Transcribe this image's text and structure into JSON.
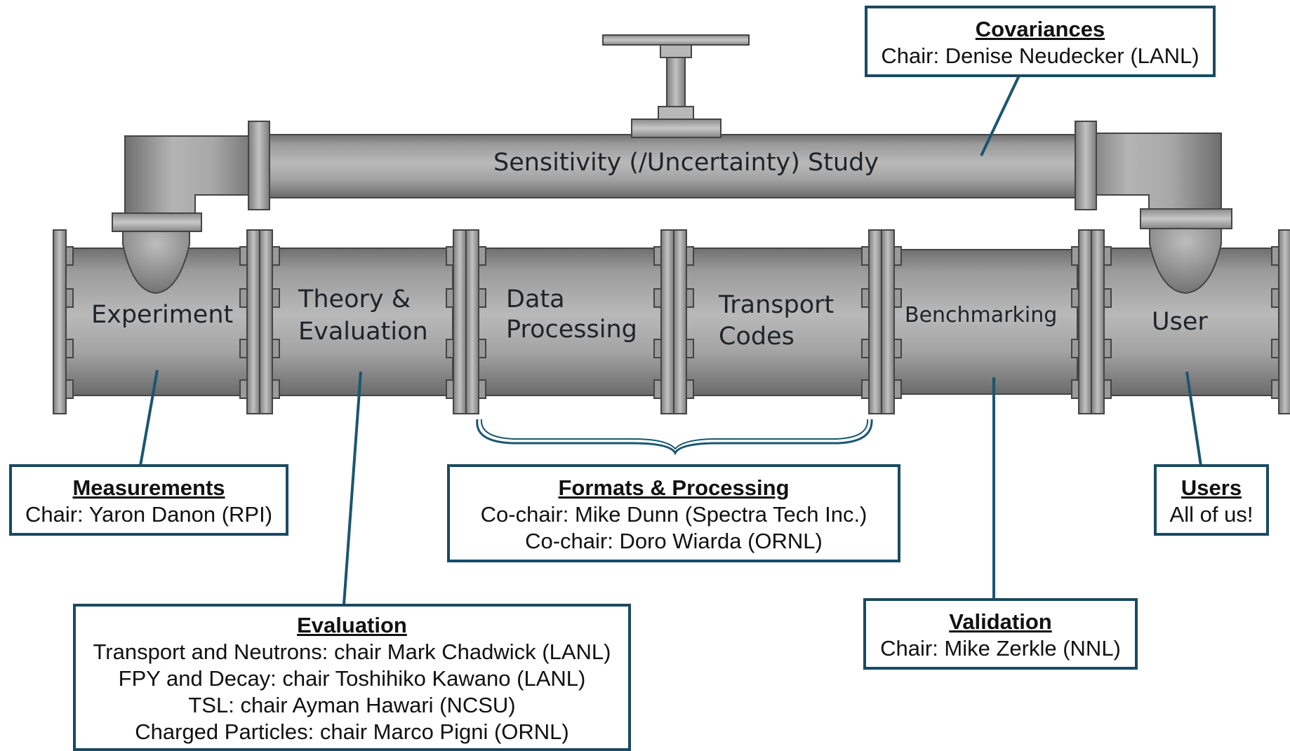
{
  "pipe_labels": {
    "experiment": "Experiment",
    "theory_line1": "Theory &",
    "theory_line2": "Evaluation",
    "data_line1": "Data",
    "data_line2": "Processing",
    "transport_line1": "Transport",
    "transport_line2": "Codes",
    "benchmarking": "Benchmarking",
    "user": "User",
    "sensitivity": "Sensitivity (/Uncertainty) Study"
  },
  "boxes": {
    "covariances": {
      "title": "Covariances",
      "lines": [
        "Chair: Denise Neudecker (LANL)"
      ]
    },
    "measurements": {
      "title": "Measurements",
      "lines": [
        "Chair: Yaron Danon (RPI)"
      ]
    },
    "formats": {
      "title": "Formats & Processing",
      "lines": [
        "Co-chair: Mike Dunn (Spectra Tech Inc.)",
        "Co-chair: Doro Wiarda (ORNL)"
      ]
    },
    "users": {
      "title": "Users",
      "lines": [
        "All of us!"
      ]
    },
    "evaluation": {
      "title": "Evaluation",
      "lines": [
        "Transport and Neutrons: chair Mark Chadwick (LANL)",
        "FPY and Decay: chair Toshihiko Kawano (LANL)",
        "TSL: chair Ayman Hawari (NCSU)",
        "Charged Particles: chair Marco Pigni (ORNL)"
      ]
    },
    "validation": {
      "title": "Validation",
      "lines": [
        "Chair: Mike Zerkle (NNL)"
      ]
    }
  },
  "colors": {
    "box_border": "#1a4a63",
    "connector": "#1a5670",
    "pipe_mid": "#a9a9a9",
    "pipe_dark": "#6e6e6e",
    "pipe_light": "#d2d2d2"
  }
}
